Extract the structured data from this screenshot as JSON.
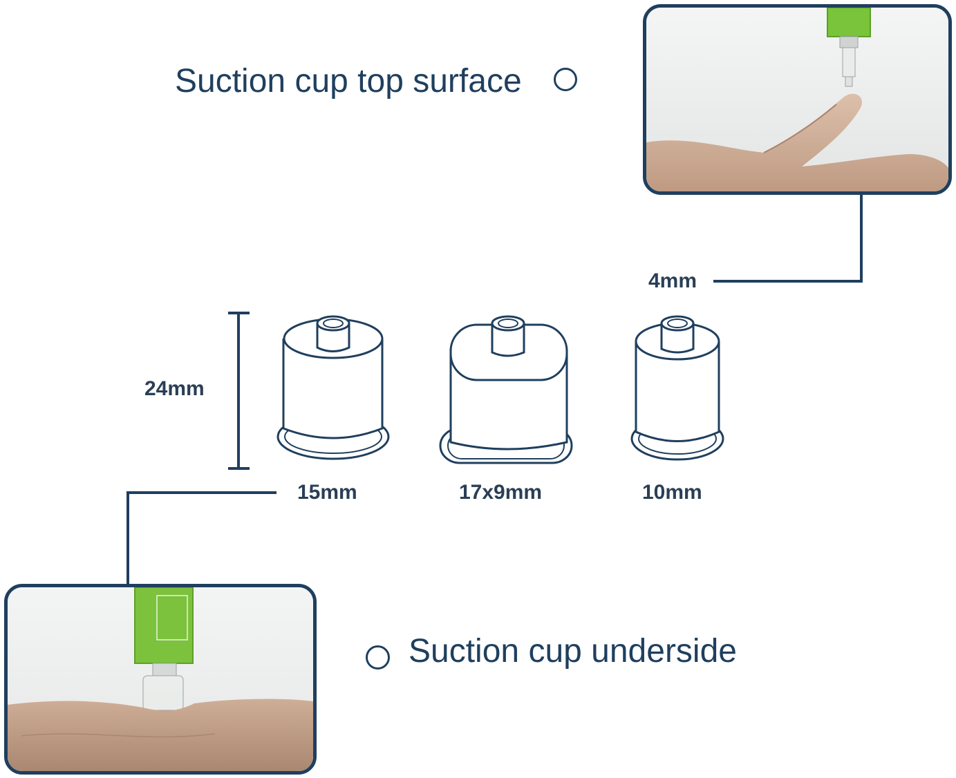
{
  "labels": {
    "top_surface": "Suction cup top surface",
    "underside": "Suction cup underside"
  },
  "dimensions": {
    "height": "24mm",
    "nozzle": "4mm",
    "cups": [
      {
        "id": "round-large",
        "size": "15mm"
      },
      {
        "id": "oval",
        "size": "17x9mm"
      },
      {
        "id": "round-small",
        "size": "10mm"
      }
    ]
  },
  "colors": {
    "outline": "#1f3f5e",
    "text": "#1f3f5e",
    "green_device": "#6fbf2e",
    "skin": "#c9a48e"
  }
}
